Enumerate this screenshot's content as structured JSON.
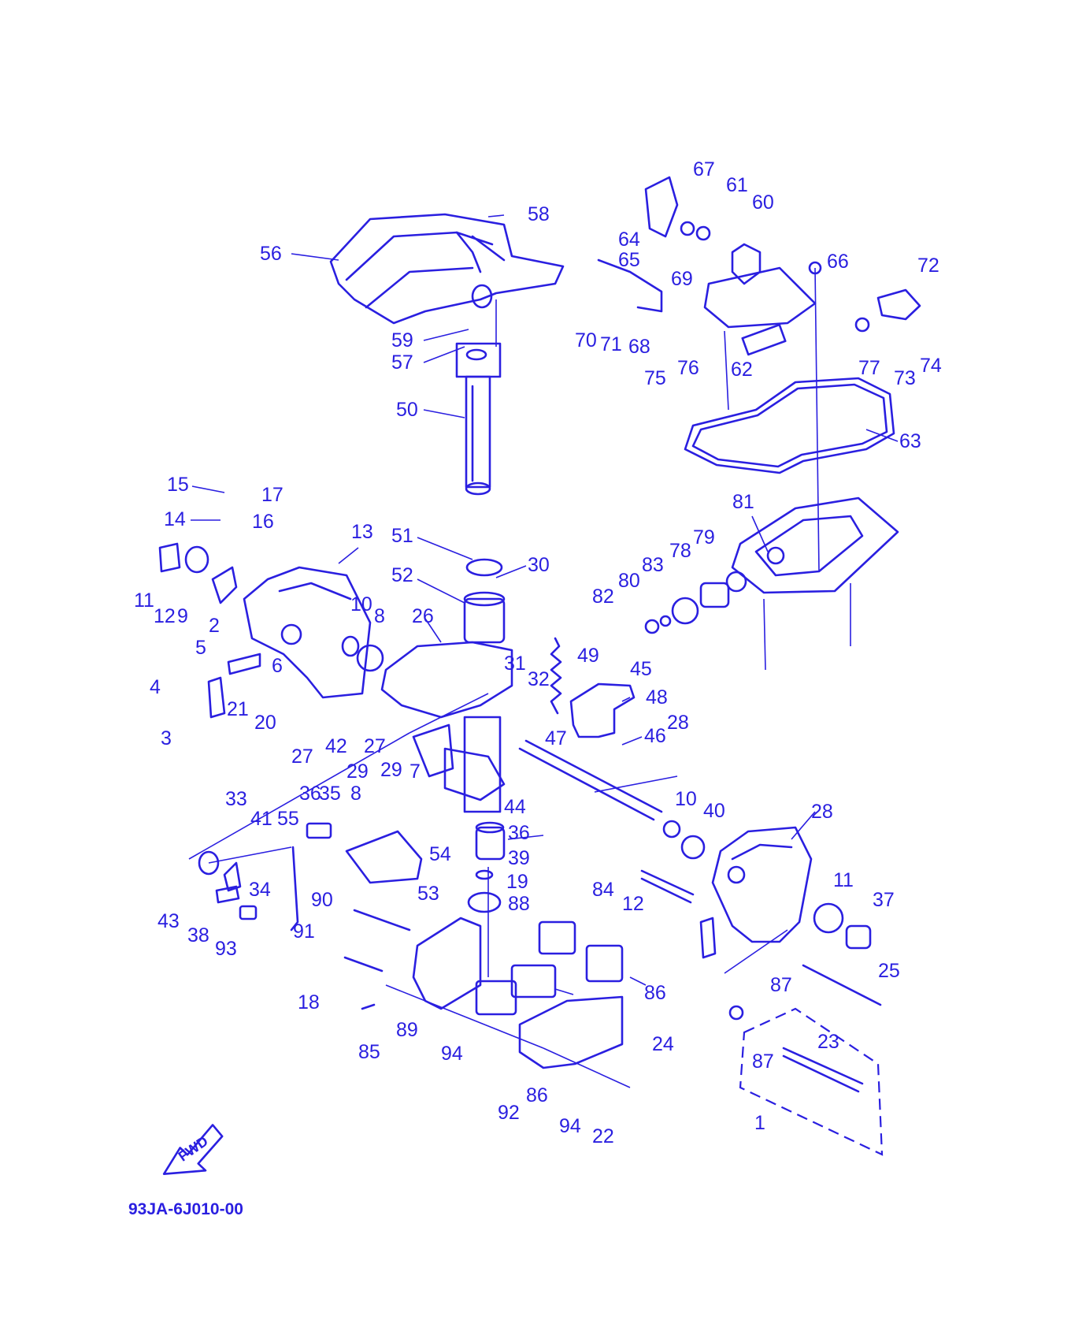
{
  "diagram": {
    "drawing_code": "93JA-6J010-00",
    "forward_indicator": "FWD",
    "callouts": [
      "67",
      "61",
      "60",
      "58",
      "56",
      "64",
      "65",
      "66",
      "72",
      "69",
      "70",
      "71",
      "68",
      "75",
      "76",
      "62",
      "77",
      "73",
      "74",
      "59",
      "57",
      "50",
      "63",
      "15",
      "17",
      "14",
      "16",
      "13",
      "51",
      "30",
      "81",
      "11",
      "12",
      "9",
      "52",
      "78",
      "79",
      "83",
      "80",
      "82",
      "2",
      "10",
      "8",
      "26",
      "5",
      "6",
      "49",
      "4",
      "31",
      "32",
      "45",
      "3",
      "21",
      "20",
      "48",
      "28",
      "27",
      "42",
      "47",
      "46",
      "29",
      "7",
      "44",
      "33",
      "36",
      "35",
      "8",
      "10",
      "40",
      "41",
      "55",
      "36",
      "54",
      "39",
      "43",
      "34",
      "90",
      "53",
      "19",
      "84",
      "88",
      "12",
      "11",
      "37",
      "38",
      "93",
      "91",
      "18",
      "25",
      "87",
      "89",
      "86",
      "85",
      "94",
      "24",
      "23",
      "87",
      "86",
      "92",
      "94",
      "22",
      "1",
      "28",
      "27",
      "29"
    ]
  }
}
